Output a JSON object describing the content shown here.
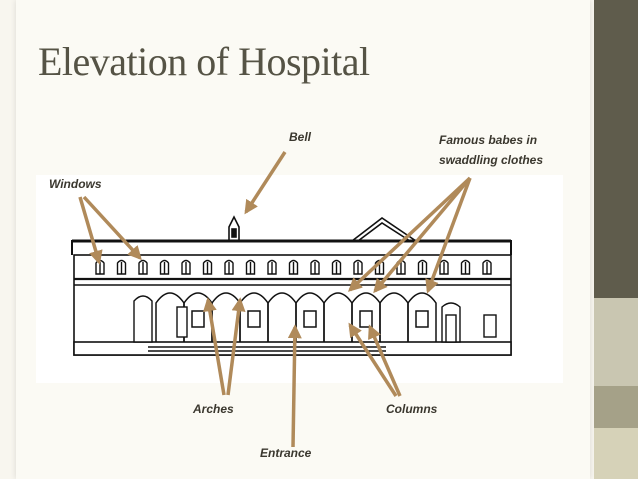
{
  "slide": {
    "title": "Elevation of Hospital",
    "accent_colors": {
      "sidebar": "#5f5c4c",
      "block_top": "#c9c6b1",
      "block_mid": "#a5a188",
      "block_bottom": "#d6d2b8",
      "arrow": "#b08a5a"
    }
  },
  "labels": {
    "bell": "Bell",
    "famous_line1": "Famous babes in",
    "famous_line2": "swaddling clothes",
    "windows": "Windows",
    "arches": "Arches",
    "columns": "Columns",
    "entrance": "Entrance"
  }
}
